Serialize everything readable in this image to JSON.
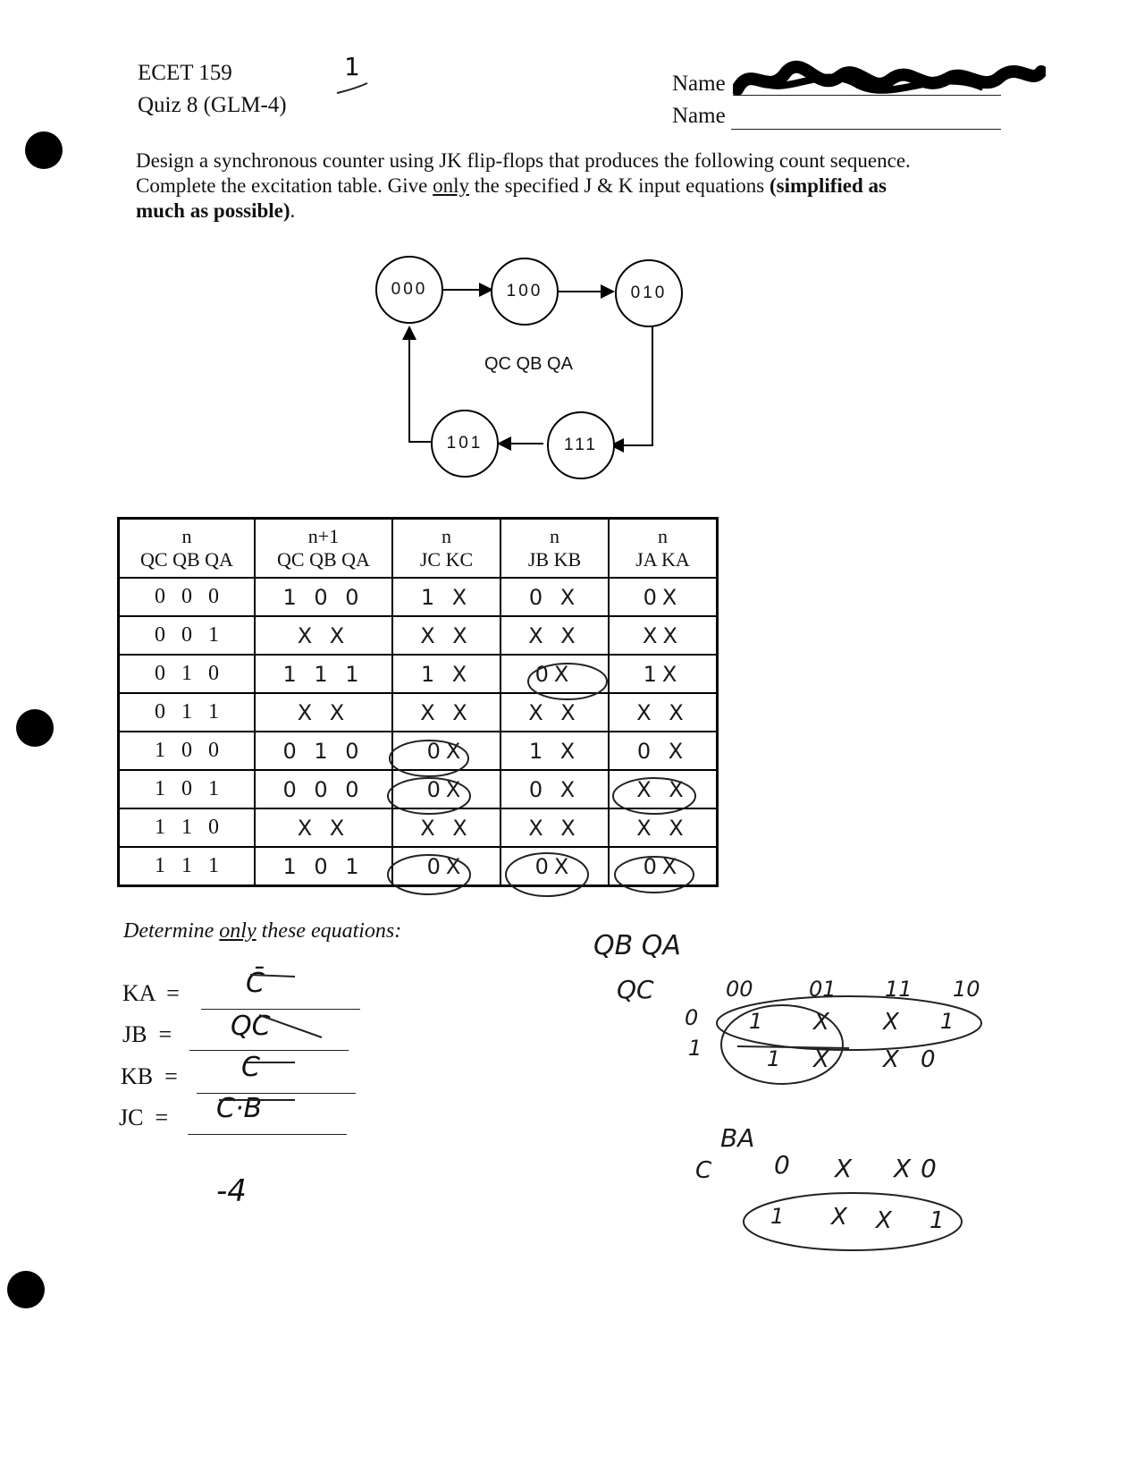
{
  "header": {
    "course": "ECET 159",
    "quiz": "Quiz 8 (GLM-4)",
    "score_mark": "1",
    "name_label_1": "Name",
    "name_label_2": "Name"
  },
  "instructions": {
    "line1": "Design a synchronous counter using JK flip-flops that produces the following count sequence.",
    "line2_a": "Complete the excitation table.  Give ",
    "line2_only": "only",
    "line2_b": " the specified J & K input equations ",
    "line2_bold": "(simplified as",
    "line3_bold": "much as possible)",
    "line3_end": "."
  },
  "state_diagram": {
    "states": [
      "000",
      "100",
      "010",
      "111",
      "101"
    ],
    "center_label": "QC QB QA"
  },
  "table": {
    "headers_top": [
      "n",
      "n+1",
      "n",
      "n",
      "n"
    ],
    "headers_bottom": [
      "QC QB QA",
      "QC QB QA",
      "JC KC",
      "JB KB",
      "JA KA"
    ],
    "rows": [
      {
        "present": "0   0   0",
        "next": "1 0 0",
        "jckc": "1 X",
        "jbkb": "0 X",
        "jaka": "0X"
      },
      {
        "present": "0   0   1",
        "next": "X X",
        "jckc": "X X",
        "jbkb": "X X",
        "jaka": "XX"
      },
      {
        "present": "0   1   0",
        "next": "1 1 1",
        "jckc": "1 X",
        "jbkb": "0X",
        "jaka": "1X"
      },
      {
        "present": "0   1   1",
        "next": "X X",
        "jckc": "X X",
        "jbkb": "X X",
        "jaka": "X X"
      },
      {
        "present": "1   0   0",
        "next": "0 1 0",
        "jckc": "0X",
        "jbkb": "1 X",
        "jaka": "0 X"
      },
      {
        "present": "1   0   1",
        "next": "0 0 0",
        "jckc": "0X",
        "jbkb": "0 X",
        "jaka": "X X"
      },
      {
        "present": "1   1   0",
        "next": "X X",
        "jckc": "X X",
        "jbkb": "X X",
        "jaka": "X X"
      },
      {
        "present": "1   1   1",
        "next": "1 0 1",
        "jckc": "0X",
        "jbkb": "0X",
        "jaka": "0X"
      }
    ]
  },
  "equations": {
    "prompt_a": "Determine ",
    "prompt_only": "only",
    "prompt_b": " these equations:",
    "items": [
      {
        "label": "KA  =",
        "answer": "C̄"
      },
      {
        "label": "JB  =",
        "answer": "QC"
      },
      {
        "label": "KB  =",
        "answer": "C"
      },
      {
        "label": "JC  =",
        "answer": "C·B"
      }
    ],
    "penalty": "-4"
  },
  "kmap1": {
    "var_top": "QB QA",
    "var_left": "QC",
    "cols": [
      "00",
      "01",
      "11",
      "10"
    ],
    "rows": [
      "0",
      "1"
    ],
    "row0": [
      "1",
      "X",
      "X",
      "1"
    ],
    "row1": [
      "1",
      "X",
      "X",
      "0"
    ]
  },
  "kmap2": {
    "var_top": "BA",
    "var_left": "C",
    "row0": [
      "0",
      "X",
      "X",
      "0"
    ],
    "row1": [
      "1",
      "X",
      "X",
      "1"
    ]
  }
}
